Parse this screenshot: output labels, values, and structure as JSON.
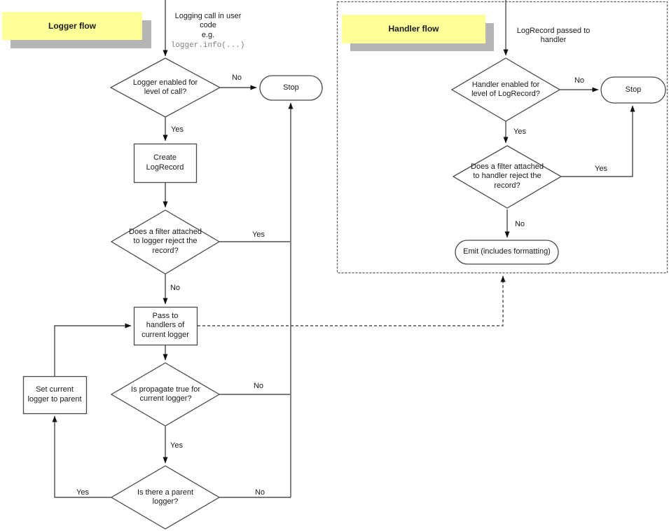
{
  "colors": {
    "note_bg": "#ffff99",
    "note_shadow": "#b5b5b5",
    "line": "#2e2e2e",
    "shape_stroke": "#4a4a4a",
    "code_text": "#808080"
  },
  "logger_flow": {
    "note_title": "Logger flow",
    "entry_text": "Logging call in user\ncode\ne.g.",
    "entry_code": "logger.info(...)",
    "d1_text": "Logger enabled for\nlevel of call?",
    "d1_no": "No",
    "d1_yes": "Yes",
    "stop_label": "Stop",
    "create_label": "Create\nLogRecord",
    "d2_text": "Does a filter attached\nto logger reject the\nrecord?",
    "d2_yes": "Yes",
    "d2_no": "No",
    "pass_label": "Pass to\nhandlers of\ncurrent logger",
    "d3_text": "Is propagate true for\ncurrent logger?",
    "d3_no": "No",
    "d3_yes": "Yes",
    "set_label": "Set current\nlogger to parent",
    "d4_text": "Is there a parent\nlogger?",
    "d4_yes": "Yes",
    "d4_no": "No"
  },
  "handler_flow": {
    "note_title": "Handler flow",
    "entry_text": "LogRecord passed to\nhandler",
    "d1_text": "Handler enabled for\nlevel of LogRecord?",
    "d1_no": "No",
    "d1_yes": "Yes",
    "stop_label": "Stop",
    "d2_text": "Does a filter attached\nto handler reject the\nrecord?",
    "d2_yes": "Yes",
    "d2_no": "No",
    "emit_label": "Emit (includes formatting)"
  }
}
